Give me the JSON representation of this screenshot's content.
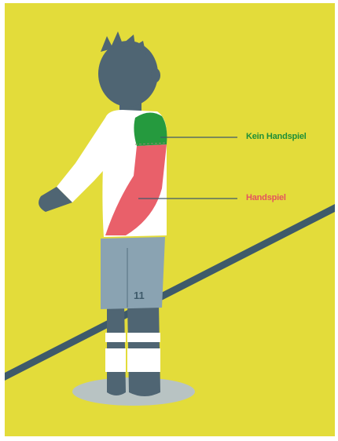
{
  "labels": {
    "no_handball": "Kein Handspiel",
    "handball": "Handspiel"
  },
  "player": {
    "number": "11"
  },
  "colors": {
    "background": "#e3dc3a",
    "pitch_line": "#3e5a6a",
    "skin": "#4f6573",
    "shirt": "#ffffff",
    "shorts": "#8aa3b2",
    "shadow": "#b8c3c3",
    "green_zone": "#259a3e",
    "red_zone": "#e9606a",
    "green_text": "#1f8f37",
    "red_text": "#e4535f"
  }
}
